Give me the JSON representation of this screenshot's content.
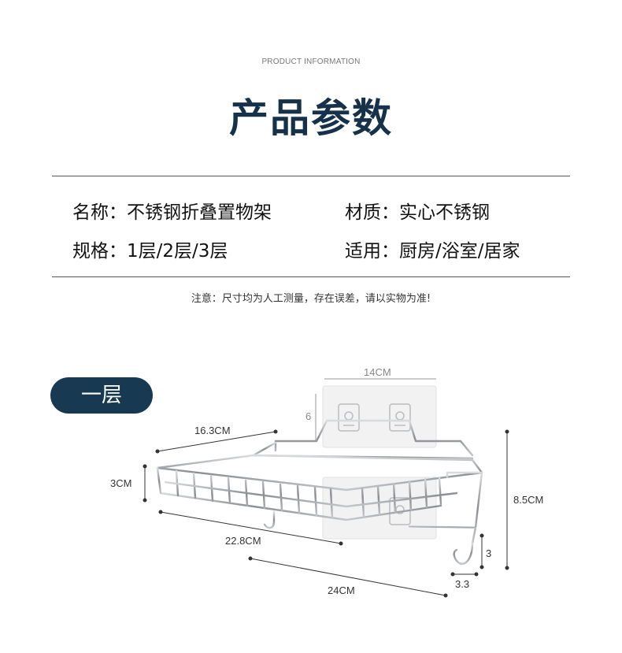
{
  "header": {
    "subtitle": "PRODUCT INFORMATION",
    "title": "产品参数"
  },
  "specs": {
    "name": "名称：不锈钢折叠置物架",
    "material": "材质：实心不锈钢",
    "size": "规格：1层/2层/3层",
    "usage": "适用：厨房/浴室/居家"
  },
  "note": "注意：尺寸均为人工测量，存在误差，请以实物为准!",
  "tier_label": "一层",
  "dimensions": {
    "pad_width": "14CM",
    "pad_height": "6",
    "depth": "16.3CM",
    "basket_height": "3CM",
    "basket_length": "22.8CM",
    "total_width": "24CM",
    "total_height": "8.5CM",
    "hook_height": "3",
    "hook_depth": "3.3"
  },
  "colors": {
    "title": "#16314a",
    "pill": "#173a52",
    "rule": "#555555"
  }
}
